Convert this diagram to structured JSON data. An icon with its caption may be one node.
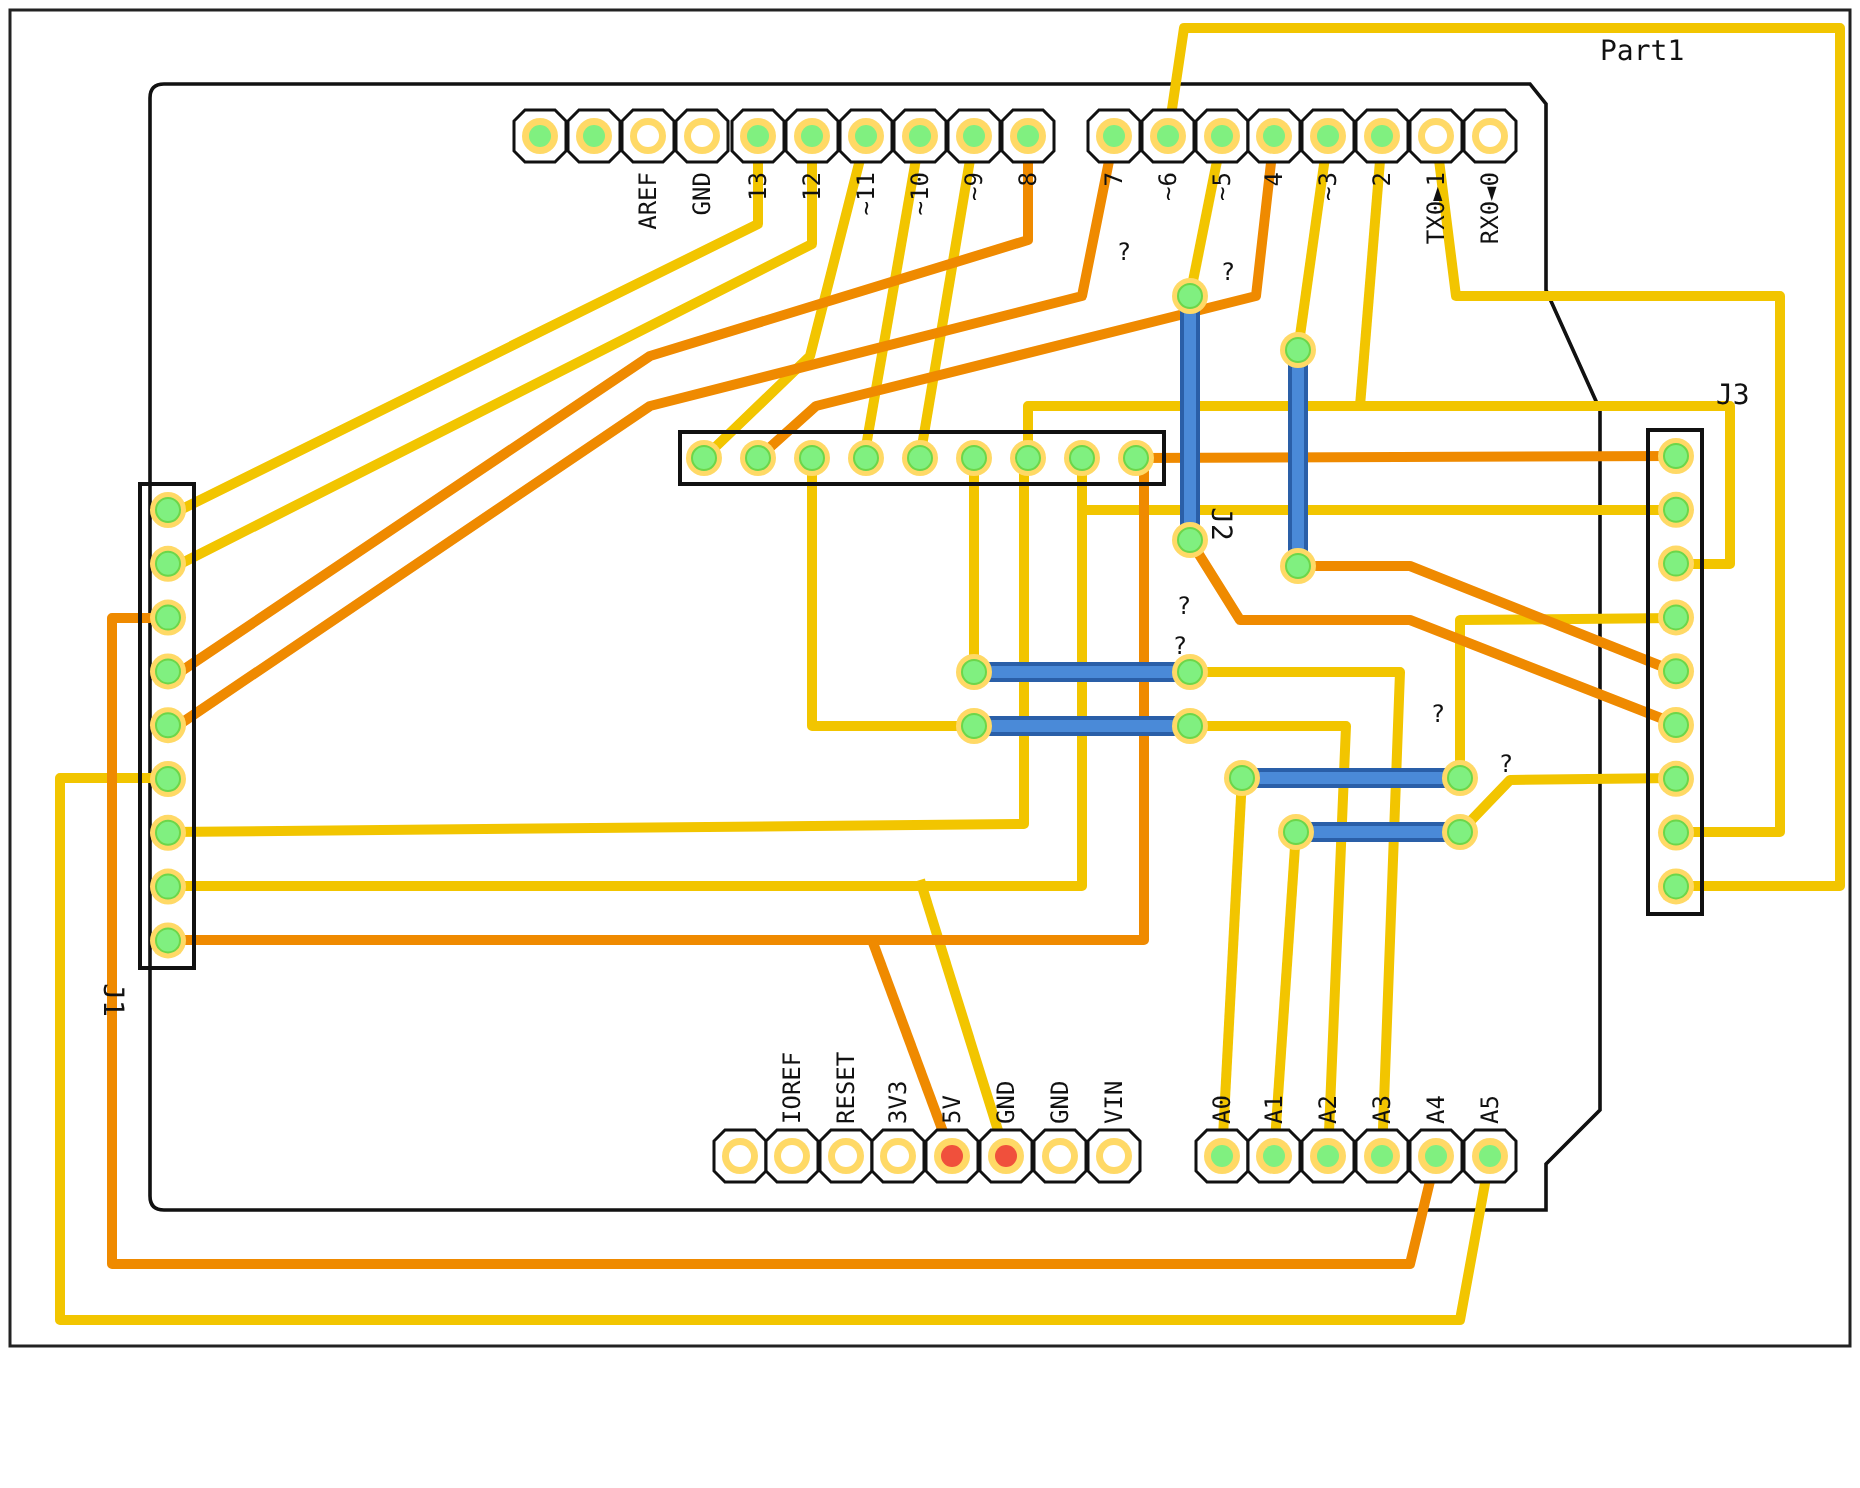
{
  "diagram": {
    "labels": [
      "Part1",
      "AREF",
      "GND",
      "13",
      "12",
      "~11",
      "~10",
      "~9",
      "8",
      "7",
      "~6",
      "~5",
      "4",
      "~3",
      "2",
      "TX0►1",
      "RX0◄0",
      "?",
      "?",
      "J3",
      "J2",
      "?",
      "?",
      "?",
      "?",
      "J1",
      "IOREF",
      "RESET",
      "3V3",
      "5V",
      "GND",
      "GND",
      "VIN",
      "A0",
      "A1",
      "A2",
      "A3",
      "A4",
      "A5"
    ]
  }
}
